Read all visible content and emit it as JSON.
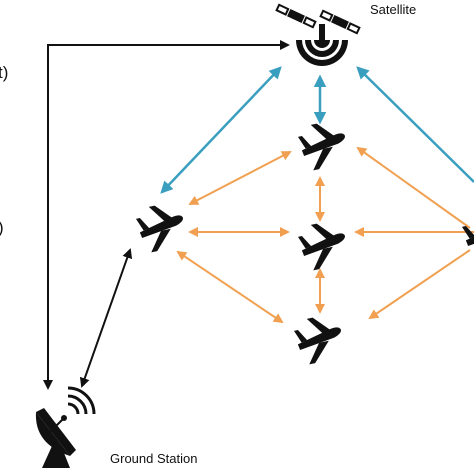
{
  "labels": {
    "satellite": "Satellite",
    "ground_station": "Ground Station"
  },
  "left_fragments": {
    "upper": "t)",
    "lower": ")"
  },
  "colors": {
    "satellite_link": "#3a9fbf",
    "aircraft_link": "#f0a050",
    "ground_link": "#111111",
    "icon": "#111111"
  },
  "icons": [
    "satellite-icon",
    "airplane-icon",
    "dish-antenna-icon"
  ]
}
